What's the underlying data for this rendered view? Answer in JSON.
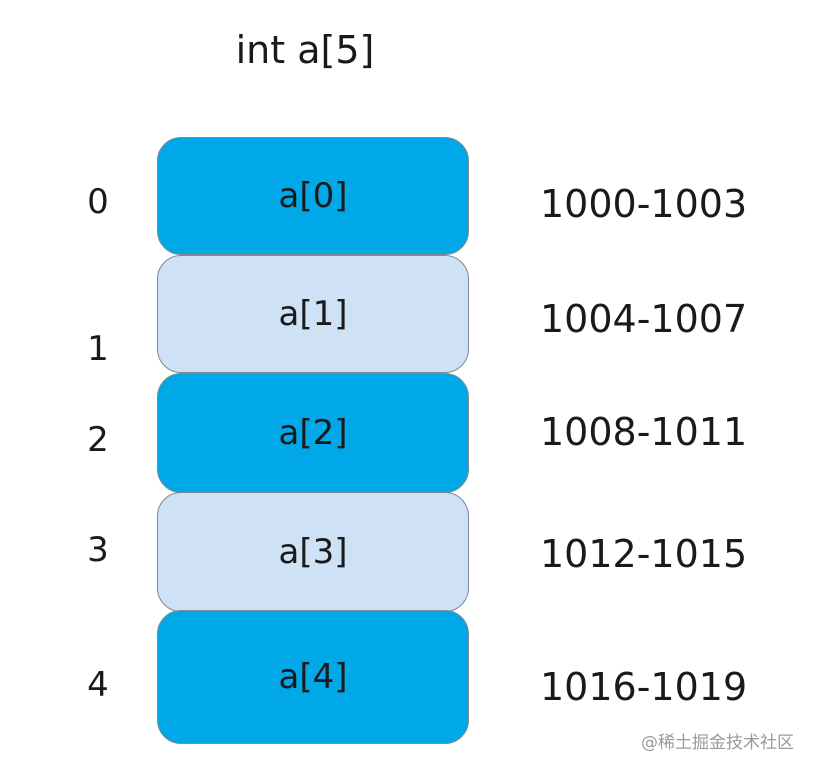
{
  "title": "int a[5]",
  "colors": {
    "dark_cell": "#00a8e8",
    "light_cell": "#cfe2f5"
  },
  "cells": [
    {
      "index": "0",
      "label": "a[0]",
      "address": "1000-1003",
      "shade": "dark"
    },
    {
      "index": "1",
      "label": "a[1]",
      "address": "1004-1007",
      "shade": "light"
    },
    {
      "index": "2",
      "label": "a[2]",
      "address": "1008-1011",
      "shade": "dark"
    },
    {
      "index": "3",
      "label": "a[3]",
      "address": "1012-1015",
      "shade": "light"
    },
    {
      "index": "4",
      "label": "a[4]",
      "address": "1016-1019",
      "shade": "dark"
    }
  ],
  "watermark": "@稀土掘金技术社区"
}
